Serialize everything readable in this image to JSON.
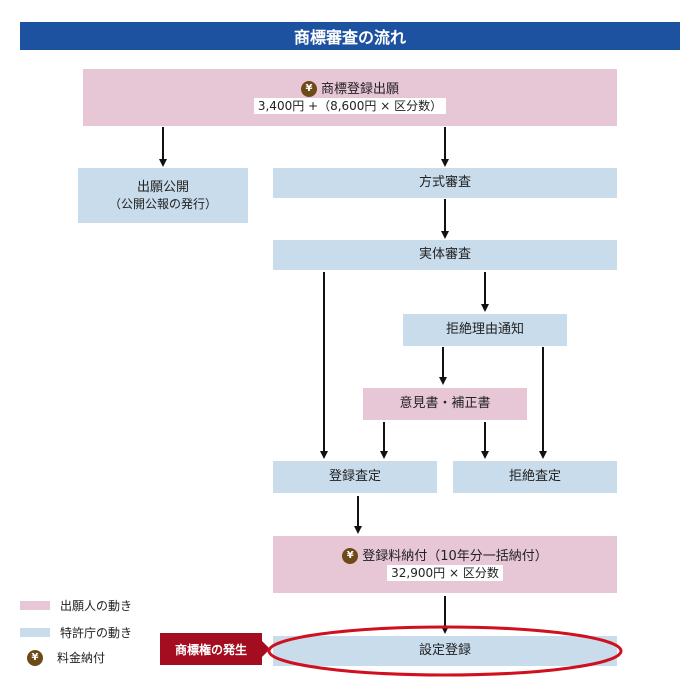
{
  "title": "商標審査の流れ",
  "colors": {
    "title_bar": "#1c52a0",
    "applicant": "#e7c6d6",
    "office": "#c8dcec",
    "fee_icon": "#6e4a18",
    "badge": "#a40d1f",
    "highlight_ring": "#d0101e"
  },
  "nodes": {
    "application": {
      "label": "商標登録出願",
      "detail": "3,400円 +（8,600円 × 区分数）",
      "fee": true
    },
    "publication": {
      "label": "出願公開",
      "detail": "（公開公報の発行）"
    },
    "formal_exam": {
      "label": "方式審査"
    },
    "substantive_exam": {
      "label": "実体審査"
    },
    "refusal_notice": {
      "label": "拒絶理由通知"
    },
    "opinion": {
      "label": "意見書・補正書"
    },
    "registration_decision": {
      "label": "登録査定"
    },
    "refusal_decision": {
      "label": "拒絶査定"
    },
    "registration_fee": {
      "label": "登録料納付（10年分一括納付）",
      "detail": "32,900円 × 区分数",
      "fee": true
    },
    "registration": {
      "label": "設定登録"
    }
  },
  "badge": {
    "label": "商標権の発生"
  },
  "legend": {
    "applicant": "出願人の動き",
    "office": "特許庁の動き",
    "fee": "料金納付",
    "fee_icon": "¥"
  }
}
